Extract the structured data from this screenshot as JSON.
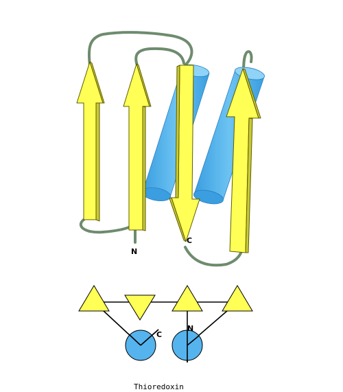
{
  "labels": {
    "top_n": "N",
    "top_c": "C",
    "topo_c": "C",
    "topo_n": "N"
  },
  "caption": "Thioredoxin",
  "colors": {
    "strand": "#ffff55",
    "strand_edge": "#6b6b00",
    "helix": "#55b4ee",
    "helix_edge": "#2a7fc0",
    "loop": "#6e8b6e",
    "background": "#ffffff"
  }
}
